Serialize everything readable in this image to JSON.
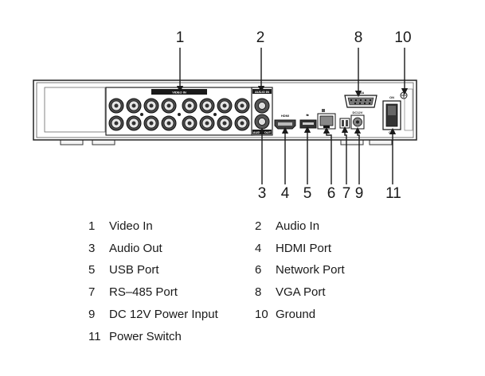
{
  "panel_labels": {
    "video_in": "VIDEO IN",
    "audio_in": "AUDIO IN",
    "audio_out": "AUDIO OUT",
    "hdmi": "HDMI",
    "vga": "VGA",
    "dc_in": "DC12V",
    "on": "ON",
    "off": "OFF"
  },
  "callouts": {
    "top": [
      "1",
      "2",
      "8",
      "10"
    ],
    "bottom": [
      "3",
      "4",
      "5",
      "6",
      "7",
      "9",
      "11"
    ]
  },
  "legend": [
    {
      "num": "1",
      "label": "Video In"
    },
    {
      "num": "2",
      "label": "Audio In"
    },
    {
      "num": "3",
      "label": "Audio Out"
    },
    {
      "num": "4",
      "label": "HDMI Port"
    },
    {
      "num": "5",
      "label": "USB Port"
    },
    {
      "num": "6",
      "label": "Network Port"
    },
    {
      "num": "7",
      "label": "RS–485 Port"
    },
    {
      "num": "8",
      "label": "VGA Port"
    },
    {
      "num": "9",
      "label": "DC 12V Power Input"
    },
    {
      "num": "10",
      "label": "Ground"
    },
    {
      "num": "11",
      "label": "Power Switch"
    }
  ]
}
